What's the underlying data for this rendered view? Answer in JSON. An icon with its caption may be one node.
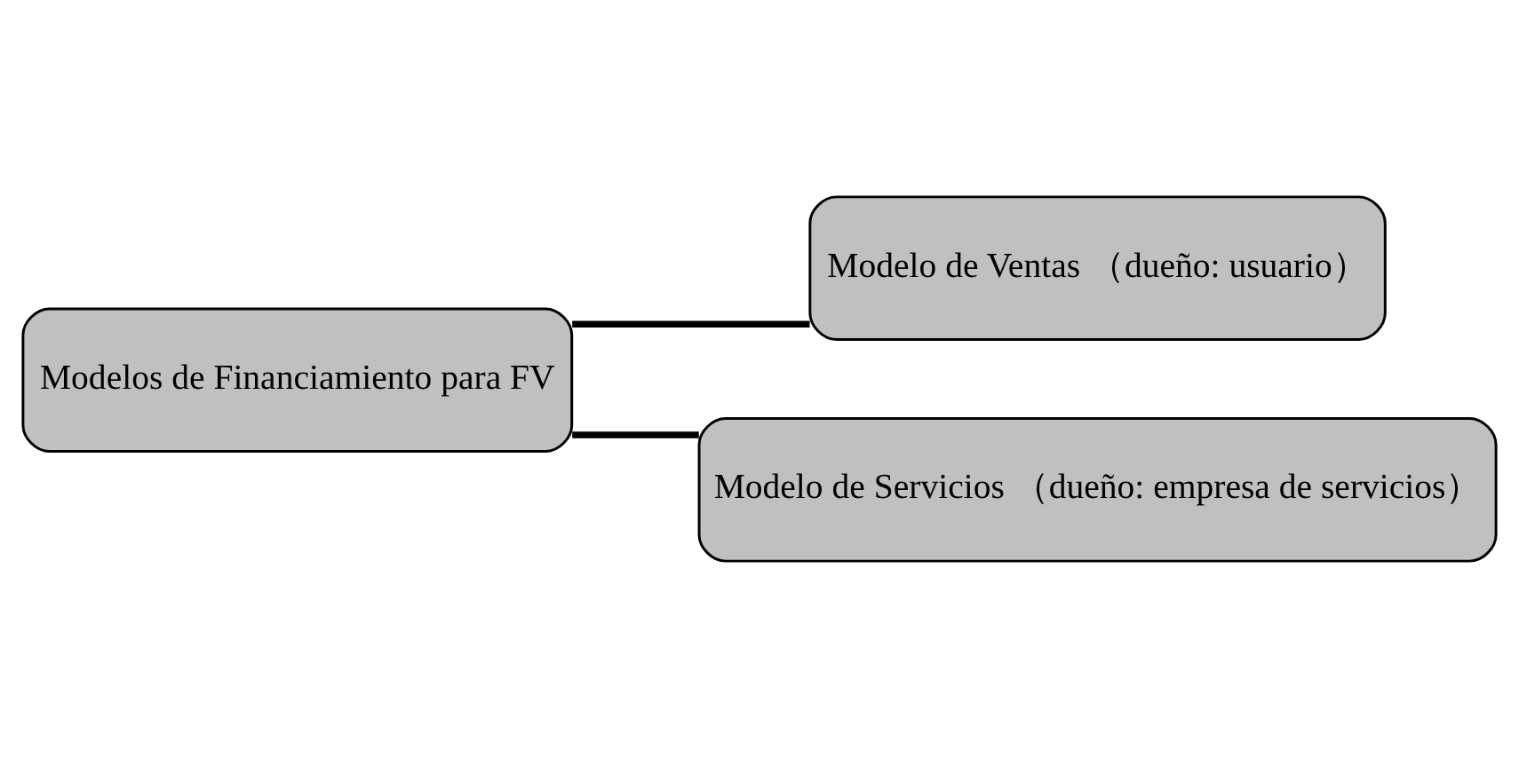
{
  "diagram": {
    "nodes": [
      {
        "text": [
          "Modelos de Financiamiento para FV"
        ]
      },
      {
        "text": [
          "Modelo de Ventas （dueño: usuario）"
        ]
      },
      {
        "text": [
          "Modelo de Servicios （dueño: empresa de servicios）"
        ]
      }
    ],
    "edges": [
      {
        "from": 0,
        "to": 1,
        "arrow": "none"
      },
      {
        "from": 0,
        "to": 2,
        "arrow": "none"
      }
    ]
  }
}
